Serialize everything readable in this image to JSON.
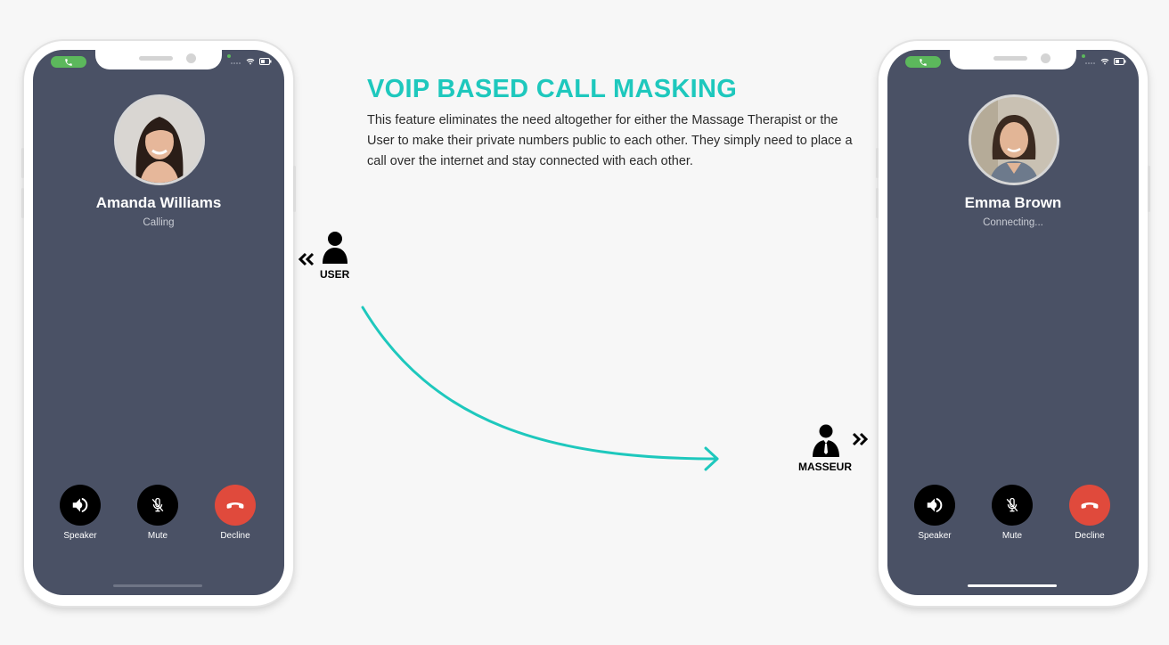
{
  "heading": {
    "title": "VOIP BASED CALL MASKING",
    "description": "This feature eliminates the need altogether for either the Massage Therapist or the User to make their private numbers public to each other. They simply need to place a call over the internet and stay connected with each other."
  },
  "left_phone": {
    "caller_name": "Amanda Williams",
    "call_status": "Calling",
    "controls": {
      "speaker": "Speaker",
      "mute": "Mute",
      "decline": "Decline"
    }
  },
  "right_phone": {
    "caller_name": "Emma Brown",
    "call_status": "Connecting...",
    "controls": {
      "speaker": "Speaker",
      "mute": "Mute",
      "decline": "Decline"
    }
  },
  "roles": {
    "user_label": "USER",
    "masseur_label": "MASSEUR"
  },
  "icons": {
    "call_pill": "phone-icon",
    "speaker": "speaker-icon",
    "mute": "mic-off-icon",
    "decline": "phone-hangup-icon",
    "user": "user-icon",
    "masseur": "masseur-icon",
    "arrow": "curved-arrow-icon"
  },
  "colors": {
    "accent": "#1ec8bd",
    "screen_bg": "#4a5165",
    "decline_red": "#e04a3c",
    "call_pill_green": "#5cb85c",
    "page_bg": "#f7f7f7"
  }
}
